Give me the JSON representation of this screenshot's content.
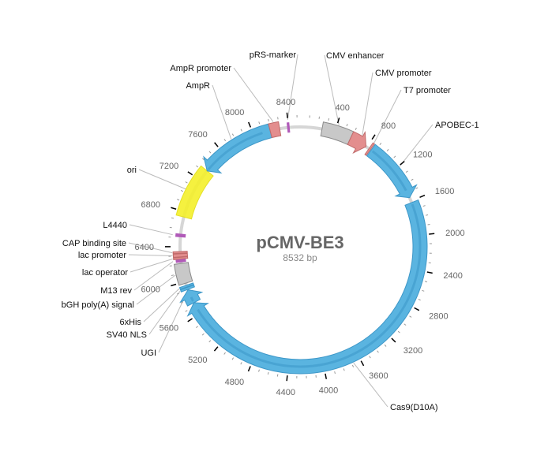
{
  "plasmid": {
    "name": "pCMV-BE3",
    "length_label": "8532 bp",
    "length": 8532
  },
  "colors": {
    "backbone": "#d6d6d6",
    "cds": "#5ab4e0",
    "cds_dark": "#3d97c8",
    "promoter": "#e38e8e",
    "enhancer": "#c8c8c8",
    "ori": "#f4f02b",
    "marker": "#b05ab8",
    "primer": "#b05ab8"
  },
  "tick_labels": [
    "400",
    "800",
    "1200",
    "1600",
    "2000",
    "2400",
    "2800",
    "3200",
    "3600",
    "4000",
    "4400",
    "4800",
    "5200",
    "5600",
    "6000",
    "6400",
    "6800",
    "7200",
    "7600",
    "8000",
    "8400"
  ],
  "features": [
    {
      "name": "CMV enhancer",
      "type": "enhancer",
      "start": 250,
      "end": 590
    },
    {
      "name": "CMV promoter",
      "type": "promoter",
      "start": 590,
      "end": 790,
      "dir": 1
    },
    {
      "name": "T7 promoter",
      "type": "promoter",
      "start": 830,
      "end": 850,
      "dir": 1
    },
    {
      "name": "APOBEC-1",
      "type": "cds",
      "start": 860,
      "end": 1560,
      "dir": 1
    },
    {
      "name": "Cas9(D10A)",
      "type": "cds",
      "start": 1620,
      "end": 5740,
      "dir": 1
    },
    {
      "name": "UGI",
      "type": "cds",
      "start": 5740,
      "end": 5900,
      "dir": 1
    },
    {
      "name": "SV40 NLS",
      "type": "cds",
      "start": 5905,
      "end": 5930,
      "dir": 1
    },
    {
      "name": "6xHis",
      "type": "cds",
      "start": 5935,
      "end": 5955,
      "dir": 1
    },
    {
      "name": "bGH poly(A) signal",
      "type": "enhancer",
      "start": 5980,
      "end": 6210
    },
    {
      "name": "M13 rev",
      "type": "primer",
      "start": 6235,
      "end": 6250
    },
    {
      "name": "lac operator",
      "type": "promoter",
      "start": 6260,
      "end": 6280
    },
    {
      "name": "lac promoter",
      "type": "promoter",
      "start": 6285,
      "end": 6320
    },
    {
      "name": "CAP binding site",
      "type": "promoter",
      "start": 6325,
      "end": 6345
    },
    {
      "name": "L4440",
      "type": "primer",
      "start": 6520,
      "end": 6535
    },
    {
      "name": "ori",
      "type": "ori",
      "start": 6740,
      "end": 7330
    },
    {
      "name": "AmpR",
      "type": "cds",
      "start": 7330,
      "end": 8190,
      "dir": -1
    },
    {
      "name": "AmpR promoter",
      "type": "promoter",
      "start": 8190,
      "end": 8300
    },
    {
      "name": "pRS-marker",
      "type": "primer",
      "start": 8390,
      "end": 8410
    }
  ],
  "labels": [
    {
      "text": "pRS-marker",
      "feature": "pRS-marker",
      "anchor": "end"
    },
    {
      "text": "CMV enhancer",
      "feature": "CMV enhancer",
      "anchor": "start"
    },
    {
      "text": "AmpR promoter",
      "feature": "AmpR promoter",
      "anchor": "end"
    },
    {
      "text": "CMV promoter",
      "feature": "CMV promoter",
      "anchor": "start"
    },
    {
      "text": "AmpR",
      "feature": "AmpR",
      "anchor": "end"
    },
    {
      "text": "T7 promoter",
      "feature": "T7 promoter",
      "anchor": "start"
    },
    {
      "text": "APOBEC-1",
      "feature": "APOBEC-1",
      "anchor": "start"
    },
    {
      "text": "ori",
      "feature": "ori",
      "anchor": "end"
    },
    {
      "text": "L4440",
      "feature": "L4440",
      "anchor": "end"
    },
    {
      "text": "CAP binding site",
      "feature": "CAP binding site",
      "anchor": "end"
    },
    {
      "text": "lac promoter",
      "feature": "lac promoter",
      "anchor": "end"
    },
    {
      "text": "lac operator",
      "feature": "lac operator",
      "anchor": "end"
    },
    {
      "text": "M13 rev",
      "feature": "M13 rev",
      "anchor": "end"
    },
    {
      "text": "bGH poly(A) signal",
      "feature": "bGH poly(A) signal",
      "anchor": "end"
    },
    {
      "text": "6xHis",
      "feature": "6xHis",
      "anchor": "end"
    },
    {
      "text": "SV40 NLS",
      "feature": "SV40 NLS",
      "anchor": "end"
    },
    {
      "text": "UGI",
      "feature": "UGI",
      "anchor": "end"
    },
    {
      "text": "Cas9(D10A)",
      "feature": "Cas9(D10A)",
      "anchor": "start"
    }
  ]
}
